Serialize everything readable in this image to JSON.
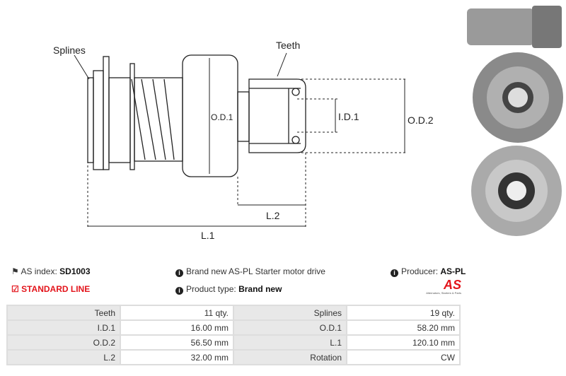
{
  "diagram": {
    "labels": {
      "splines": "Splines",
      "teeth": "Teeth",
      "od1": "O.D.1",
      "id1": "I.D.1",
      "od2": "O.D.2",
      "l1": "L.1",
      "l2": "L.2"
    }
  },
  "info": {
    "as_index_label": "AS index:",
    "as_index_value": "SD1003",
    "standard_line": "STANDARD LINE",
    "description": "Brand new AS-PL Starter motor drive",
    "product_type_label": "Product type:",
    "product_type_value": "Brand new",
    "producer_label": "Producer:",
    "producer_value": "AS-PL",
    "logo_text": "AS",
    "logo_tagline": "Alternators, Starters & Parts",
    "accent_color": "#e3141b"
  },
  "specs": [
    {
      "k1": "Teeth",
      "v1": "11 qty.",
      "k2": "Splines",
      "v2": "19 qty."
    },
    {
      "k1": "I.D.1",
      "v1": "16.00 mm",
      "k2": "O.D.1",
      "v2": "58.20 mm"
    },
    {
      "k1": "O.D.2",
      "v1": "56.50 mm",
      "k2": "L.1",
      "v2": "120.10 mm"
    },
    {
      "k1": "L.2",
      "v1": "32.00 mm",
      "k2": "Rotation",
      "v2": "CW"
    }
  ]
}
